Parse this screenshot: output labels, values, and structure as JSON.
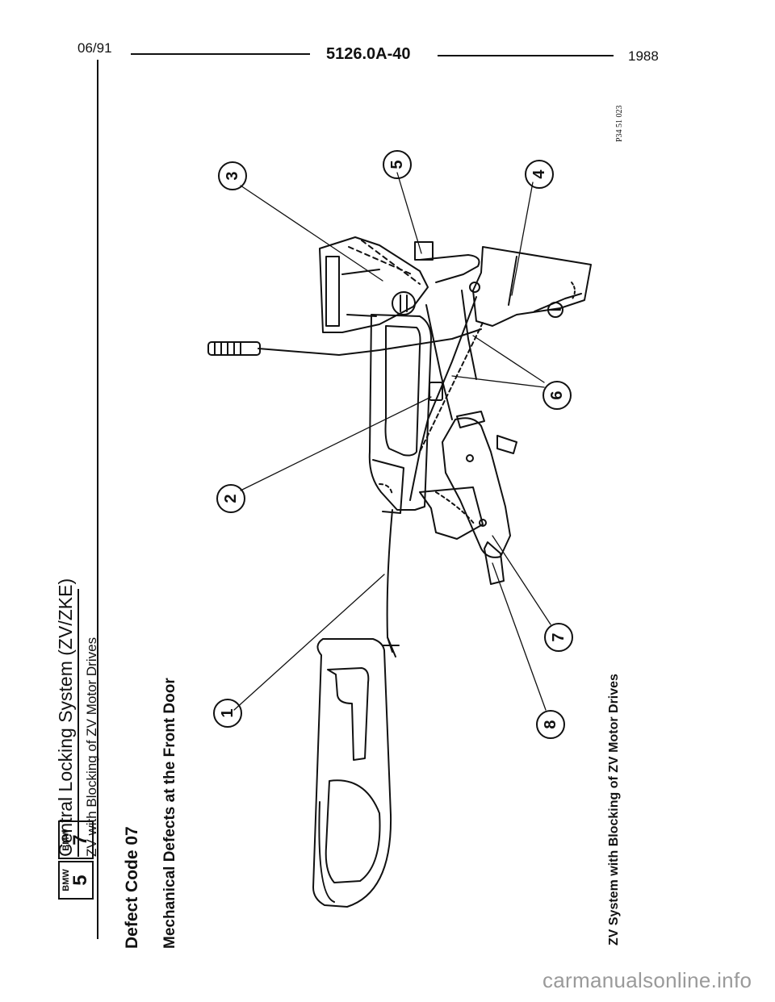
{
  "header": {
    "date": "06/91",
    "doc_number": "5126.0A-40",
    "year": "1988"
  },
  "badges": [
    {
      "brand": "BMW",
      "series": "5"
    },
    {
      "brand": "BMW",
      "series": "7"
    }
  ],
  "section": {
    "title": "Central Locking System (ZV/ZKE)",
    "subtitle": "ZV with Blocking of ZV Motor Drives"
  },
  "defect_code": "Defect Code 07",
  "diagram_heading": "Mechanical Defects at the Front Door",
  "figure_id": "P34 51 023",
  "figure_caption": "ZV System with Blocking of ZV Motor Drives",
  "callouts": [
    "1",
    "2",
    "3",
    "4",
    "5",
    "6",
    "7",
    "8"
  ],
  "watermark": "carmanualsonline.info"
}
